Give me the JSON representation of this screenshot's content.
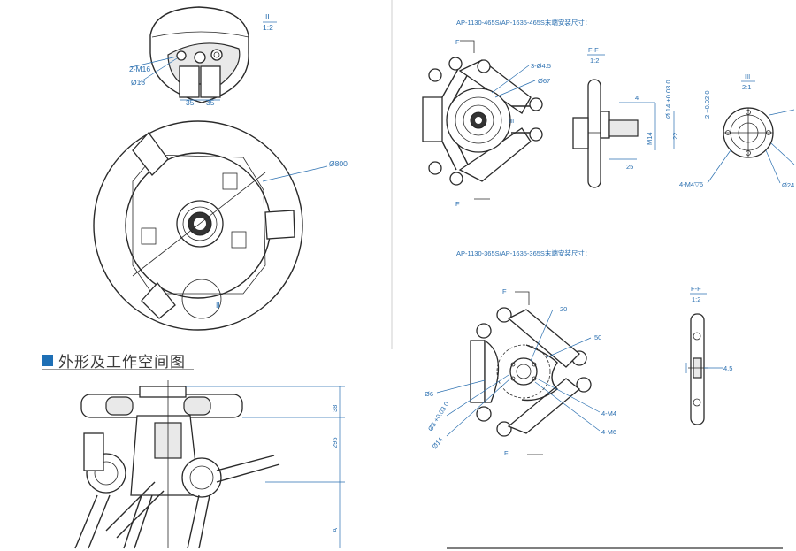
{
  "section_heading": "外形及工作空间图",
  "top_left": {
    "detail_label": "II",
    "detail_scale": "1:2",
    "callout_m16": "2-M16",
    "callout_d18": "Ø18",
    "dim_35_left": "35",
    "dim_35_right": "35",
    "dim_d800": "Ø800",
    "detail_marker": "II"
  },
  "side_view": {
    "dim_38": "38",
    "dim_295": "295",
    "dim_A": "A"
  },
  "spec_465": {
    "title": "AP-1130-465S/AP-1635-465S末端安装尺寸：",
    "section_F_top": "F",
    "section_F_bottom": "F",
    "callout_3d45": "3-Ø4.5",
    "callout_d67": "Ø67",
    "detail_marker": "III",
    "ff_label": "F-F",
    "ff_scale": "1:2",
    "dim_4": "4",
    "dim_d14": "Ø 14 +0.03 0",
    "dim_M14": "M14",
    "dim_22": "22",
    "dim_25": "25",
    "detail3_label": "III",
    "detail3_scale": "2:1",
    "dim_2": "2 +0.02 0",
    "callout_4m46": "4-M4▽6",
    "callout_d24": "Ø24"
  },
  "spec_365": {
    "title": "AP-1130-365S/AP-1635-365S末端安装尺寸：",
    "section_F_top": "F",
    "section_F_bottom": "F",
    "dim_20": "20",
    "dim_50": "50",
    "callout_d6": "Ø6",
    "callout_d3": "Ø3 +0.03 0",
    "callout_d14": "Ø14",
    "callout_4m4": "4-M4",
    "callout_4m6": "4-M6",
    "ff_label": "F-F",
    "ff_scale": "1:2",
    "dim_45": "4.5"
  }
}
